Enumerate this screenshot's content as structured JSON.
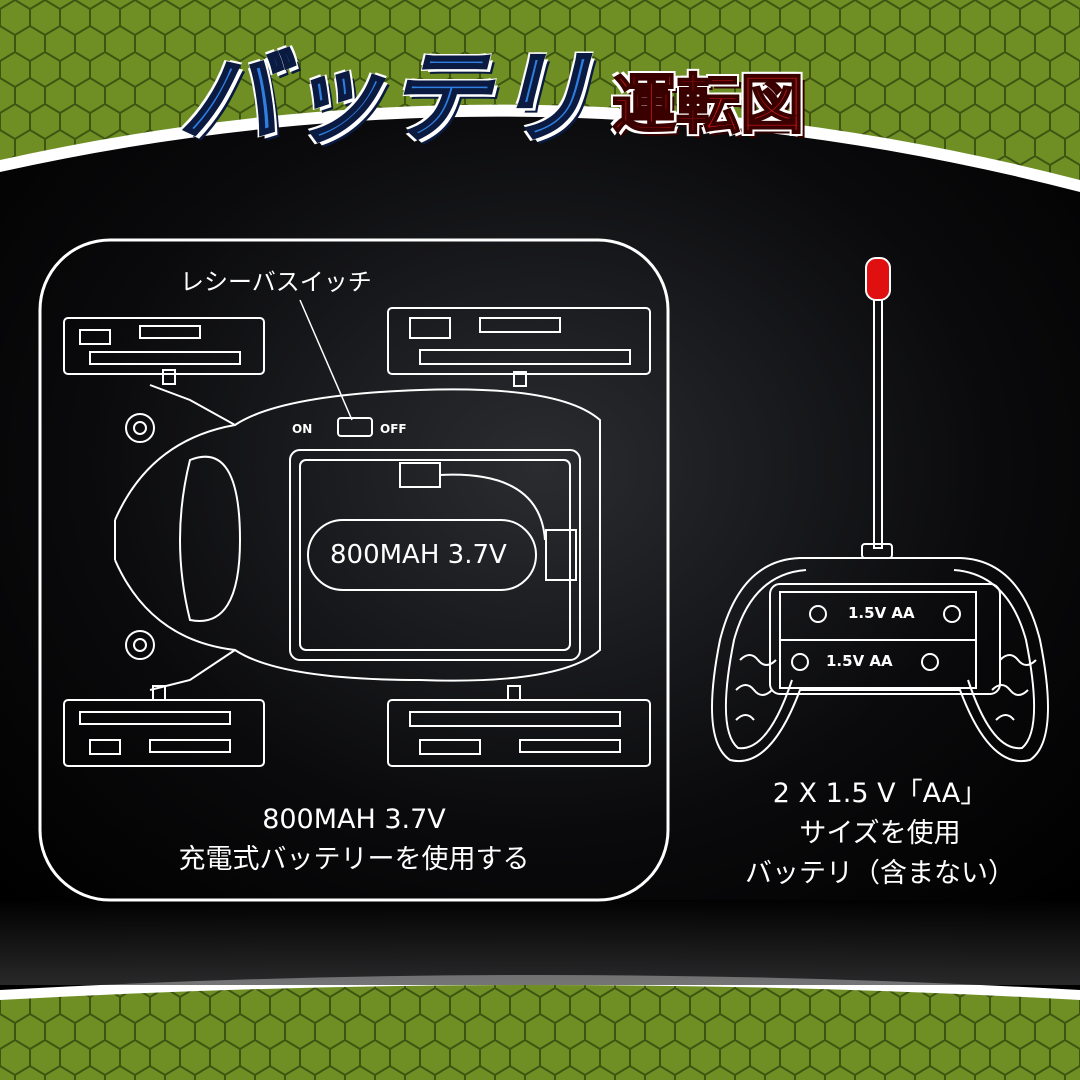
{
  "title": {
    "main": "バッテリ",
    "sub": "運転図"
  },
  "car_panel": {
    "switch_label": "レシーバスイッチ",
    "switch_on": "ON",
    "switch_off": "OFF",
    "battery_label": "800MAH 3.7V",
    "caption_line1": "800MAH 3.7V",
    "caption_line2": "充電式バッテリーを使用する"
  },
  "remote": {
    "battery1": "1.5V AA",
    "battery2": "1.5V AA",
    "caption_line1": "2 X 1.5 V「AA」",
    "caption_line2": "サイズを使用",
    "caption_line3": "バッテリ（含まない）"
  },
  "colors": {
    "title_blue": "#2f7fe0",
    "title_red": "#d81818",
    "background_green": "#6a8a22",
    "antenna_tip": "#e01010"
  }
}
